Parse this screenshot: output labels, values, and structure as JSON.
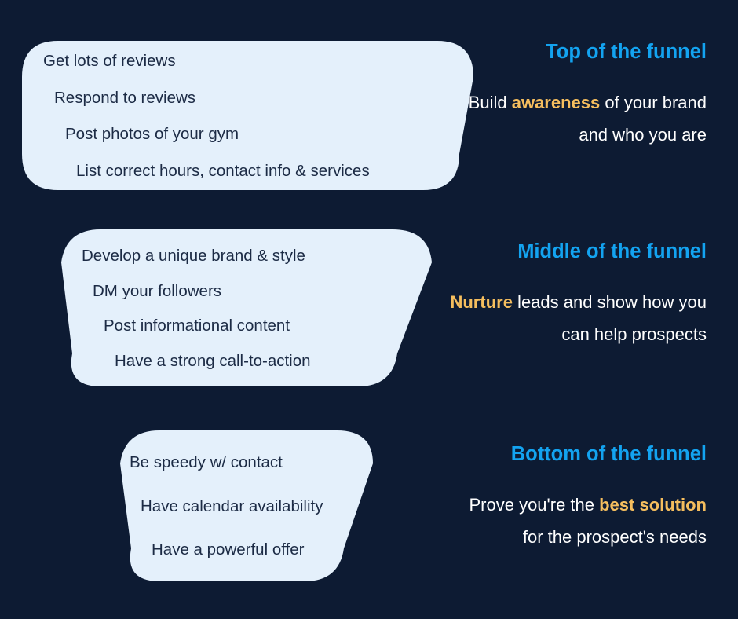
{
  "theme": {
    "background": "#0d1b33",
    "shape_fill": "#e4f0fb",
    "shape_text": "#1c2b45",
    "heading_accent": "#13a3f0",
    "body_text": "#ffffff",
    "highlight": "#f5be5e"
  },
  "stages": [
    {
      "id": "top",
      "heading": "Top of the funnel",
      "tactics": [
        "Get lots of reviews",
        "Respond to reviews",
        "Post photos of your gym",
        "List correct hours, contact info & services"
      ],
      "description": {
        "before": "Build ",
        "highlight": "awareness",
        "after": " of your brand and who you are"
      }
    },
    {
      "id": "middle",
      "heading": "Middle of the funnel",
      "tactics": [
        "Develop a unique brand & style",
        "DM your followers",
        "Post informational content",
        "Have a strong call-to-action"
      ],
      "description": {
        "before": "",
        "highlight": "Nurture",
        "after": " leads and show how you can help prospects"
      }
    },
    {
      "id": "bottom",
      "heading": "Bottom of the funnel",
      "tactics": [
        "Be speedy w/ contact",
        "Have calendar availability",
        "Have a powerful offer"
      ],
      "description": {
        "before": "Prove you're the ",
        "highlight": "best solution",
        "after": " for the prospect's needs"
      }
    }
  ]
}
